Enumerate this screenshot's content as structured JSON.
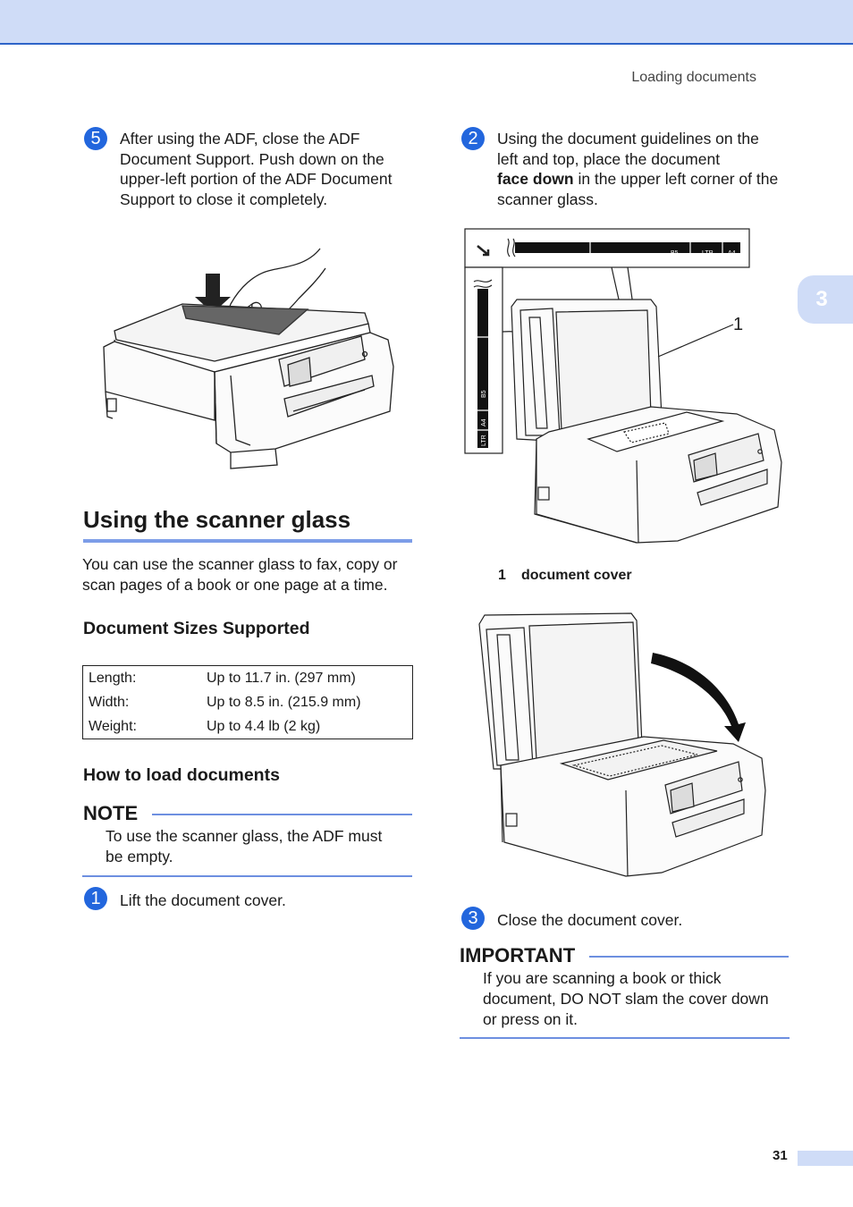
{
  "header": {
    "running_title": "Loading documents"
  },
  "chapter_tab": "3",
  "left": {
    "step5": {
      "number": "5",
      "lines": [
        "After using the ADF, close the ADF",
        "Document Support. Push down on the",
        "upper-left portion of the ADF Document",
        "Support to close it completely."
      ]
    },
    "section_title": "Using the scanner glass",
    "intro_lines": [
      "You can use the scanner glass to fax, copy or",
      "scan pages of a book or one page at a time."
    ],
    "doc_sizes": {
      "heading": "Document Sizes Supported",
      "rows": [
        {
          "label": "Length:",
          "value": "Up to 11.7 in. (297 mm)"
        },
        {
          "label": "Width:",
          "value": "Up to 8.5 in. (215.9 mm)"
        },
        {
          "label": "Weight:",
          "value": "Up to 4.4 lb (2 kg)"
        }
      ]
    },
    "how_to_heading": "How to load documents",
    "note": {
      "label": "NOTE",
      "lines": [
        "To use the scanner glass, the ADF must",
        "be empty."
      ]
    },
    "step1": {
      "number": "1",
      "text": "Lift the document cover."
    }
  },
  "right": {
    "step2": {
      "number": "2",
      "line1": "Using the document guidelines on the",
      "line2": "left and top, place the document",
      "line3_bold": "face down",
      "line3_rest": " in the upper left corner of the",
      "line4": "scanner glass."
    },
    "figure_labels": {
      "callout_number": "1",
      "ruler_b5": "B5",
      "ruler_ltr": "LTR",
      "ruler_a4": "A4"
    },
    "caption": {
      "number": "1",
      "text": "document cover"
    },
    "step3": {
      "number": "3",
      "text": "Close the document cover."
    },
    "important": {
      "label": "IMPORTANT",
      "lines": [
        "If you are scanning a book or thick",
        "document, DO NOT slam the cover down",
        "or press on it."
      ]
    }
  },
  "footer": {
    "page_number": "31"
  },
  "colors": {
    "accent_blue": "#2266dd",
    "band": "#cfdcf7",
    "rule": "#6d8fe0"
  }
}
